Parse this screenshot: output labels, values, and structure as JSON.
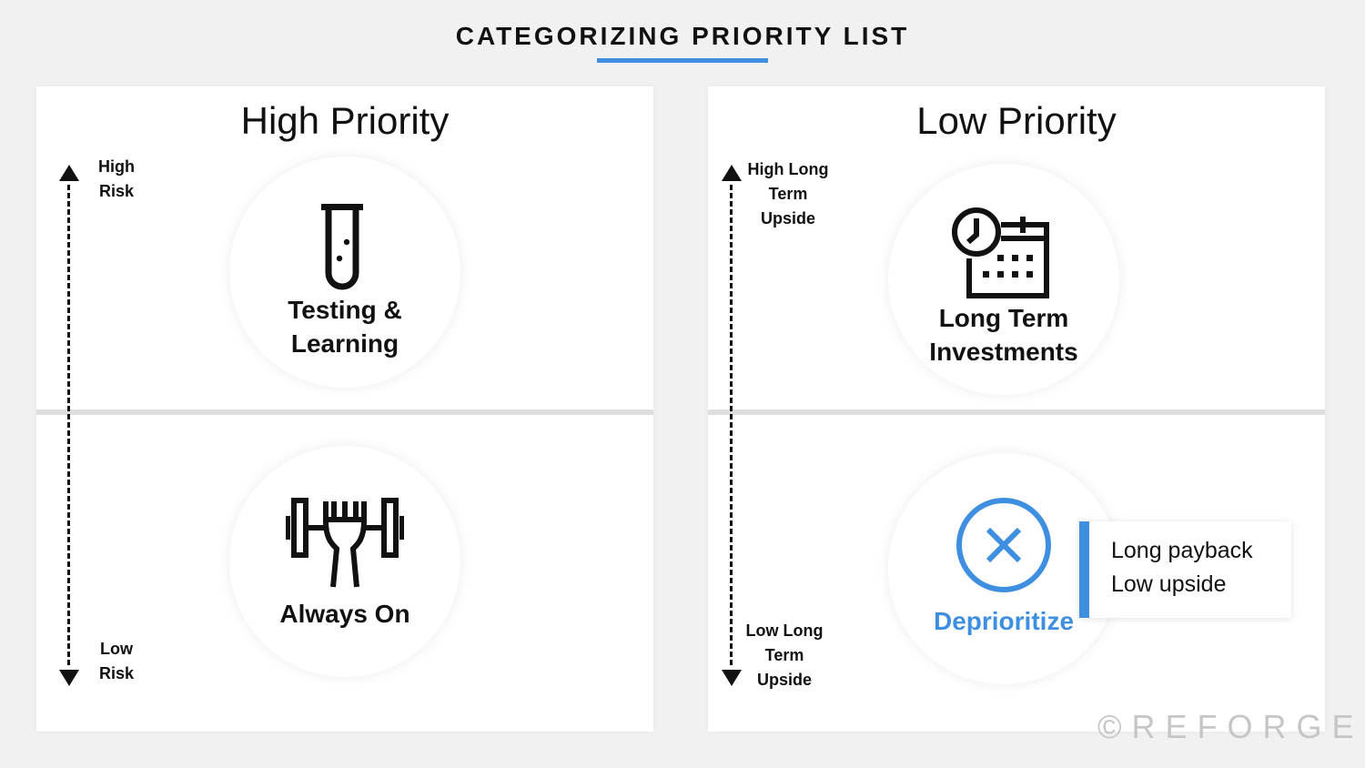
{
  "header": {
    "title": "CATEGORIZING PRIORITY LIST"
  },
  "colors": {
    "accent": "#3f8fe0",
    "text": "#111111",
    "background": "#f1f1f2"
  },
  "left_panel": {
    "heading": "High Priority",
    "axis": {
      "top_label": [
        "High",
        "Risk"
      ],
      "bottom_label": [
        "Low",
        "Risk"
      ]
    },
    "top_item": {
      "icon": "test-tube-icon",
      "label": [
        "Testing &",
        "Learning"
      ]
    },
    "bottom_item": {
      "icon": "dumbbell-icon",
      "label": [
        "Always On"
      ]
    }
  },
  "right_panel": {
    "heading": "Low Priority",
    "axis": {
      "top_label": [
        "High Long",
        "Term",
        "Upside"
      ],
      "bottom_label": [
        "Low Long",
        "Term",
        "Upside"
      ]
    },
    "top_item": {
      "icon": "calendar-clock-icon",
      "label": [
        "Long Term",
        "Investments"
      ]
    },
    "bottom_item": {
      "icon": "x-circle-icon",
      "label": [
        "Deprioritize"
      ]
    },
    "callout": {
      "lines": [
        "Long payback",
        "Low upside"
      ]
    }
  },
  "watermark": "©REFORGE"
}
